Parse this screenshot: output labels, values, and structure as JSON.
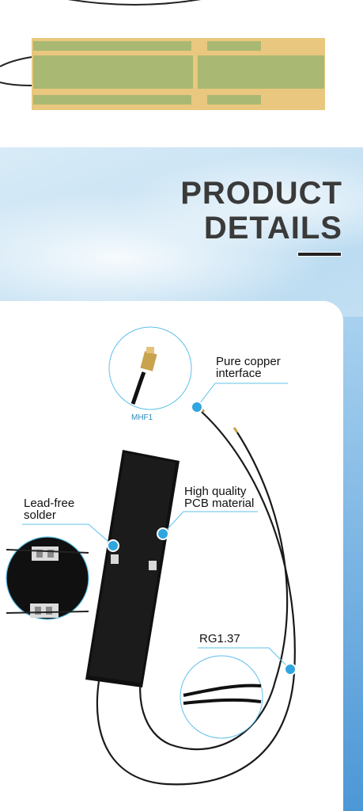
{
  "header": {
    "title_line1": "PRODUCT",
    "title_line2": "DETAILS"
  },
  "callouts": {
    "copper": [
      "Pure copper",
      "interface"
    ],
    "pcb": [
      "High quality",
      "PCB material"
    ],
    "solder": [
      "Lead-free",
      "solder"
    ],
    "cable": "RG1.37",
    "connector_tag": "MHF1"
  },
  "colors": {
    "accent": "#2fa6df",
    "title": "#3a3a3a",
    "pcb_gold": "#e9c77e",
    "pcb_green": "#a9b873",
    "antenna_black": "#101010"
  },
  "icons": [
    "connector-closeup-image",
    "solder-closeup-image",
    "cable-closeup-image"
  ]
}
